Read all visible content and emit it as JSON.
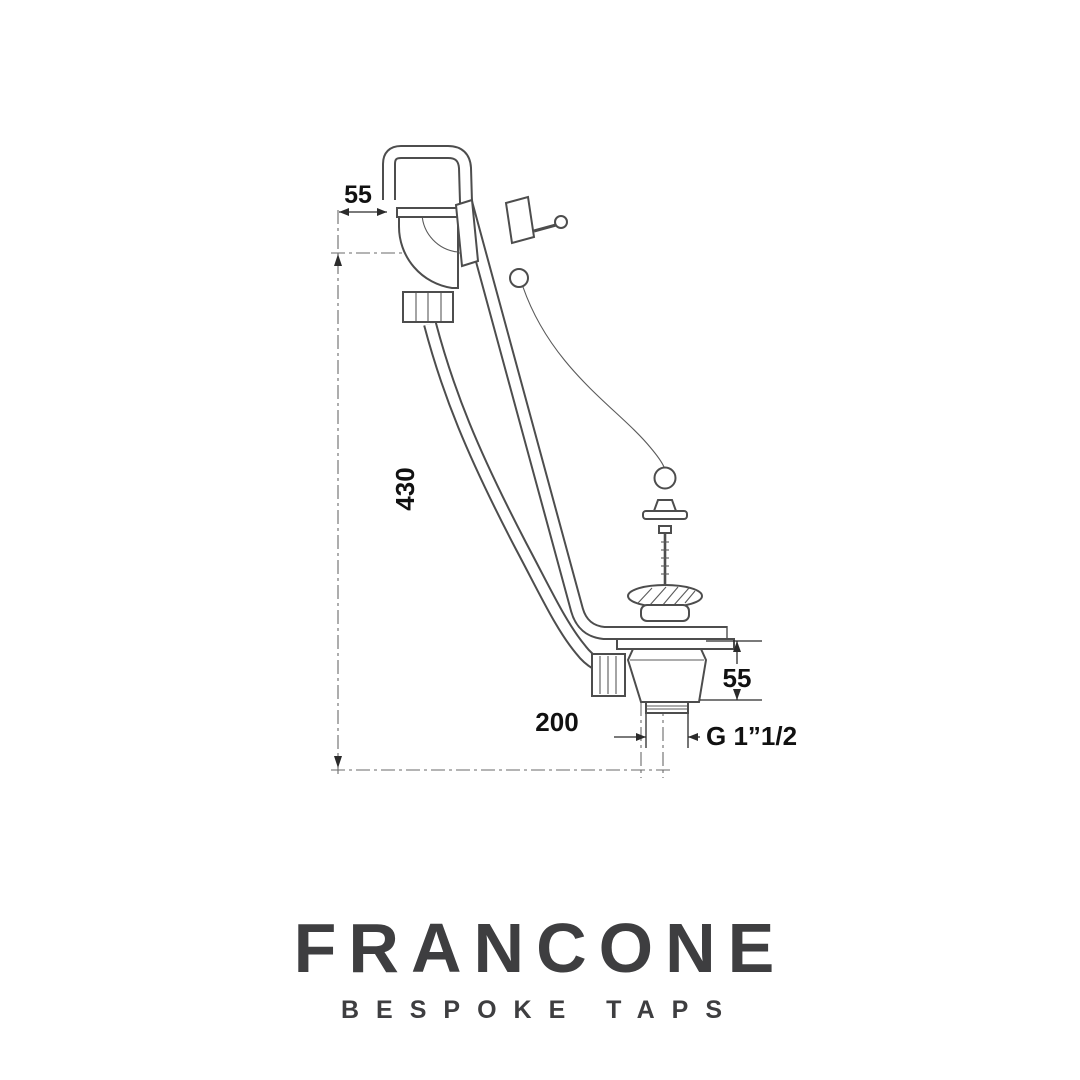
{
  "diagram": {
    "dim_overflow_offset": "55",
    "dim_overall_height": "430",
    "dim_horizontal_run": "200",
    "dim_waste_height": "55",
    "dim_thread_size": "G 1”1/2"
  },
  "brand": {
    "name": "FRANCONE",
    "tagline": "BESPOKE TAPS"
  },
  "colors": {
    "line": "#4d4d4d",
    "dimension_text": "#111111",
    "logo": "#3e3e40",
    "background": "#ffffff"
  }
}
